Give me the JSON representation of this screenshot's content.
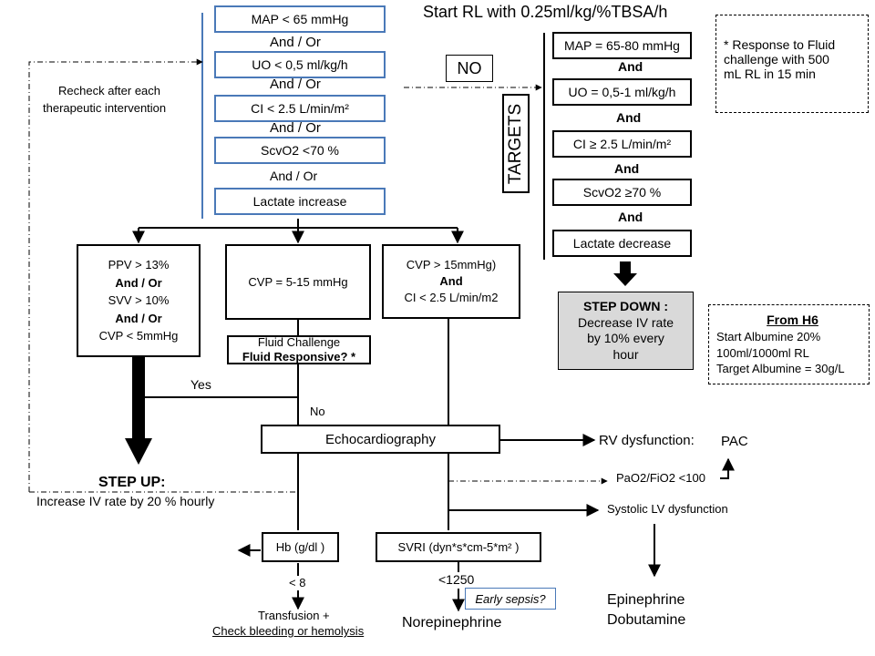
{
  "criteria": {
    "map": "MAP < 65 mmHg",
    "uo": "UO < 0,5 ml/kg/h",
    "ci": "CI < 2.5 L/min/m²",
    "scvo2": "ScvO2 <70 %",
    "lactate": "Lactate increase",
    "connector": "And / Or"
  },
  "recheck": [
    "Recheck after each",
    "therapeutic intervention"
  ],
  "start_rl": "Start RL with 0.25ml/kg/%TBSA/h",
  "no_label": "NO",
  "targets": {
    "label": "TARGETS",
    "map": "MAP =  65-80 mmHg",
    "uo": "UO =  0,5-1 ml/kg/h",
    "ci": "CI ≥  2.5 L/min/m²",
    "scvo2": "ScvO2 ≥70 %",
    "lactate": "Lactate decrease",
    "connector": "And"
  },
  "note": [
    "* Response to Fluid",
    "challenge with 500",
    "mL RL in 15 min"
  ],
  "step_down": {
    "title": "STEP DOWN :",
    "lines": [
      "Decrease IV rate",
      "by  10% every",
      "hour"
    ]
  },
  "from_h6": {
    "title": "From H6",
    "lines": [
      "Start Albumine 20%",
      "100ml/1000ml  RL",
      "Target Albumine = 30g/L"
    ]
  },
  "ppv_box": {
    "l1": "PPV > 13%",
    "l2": "And / Or",
    "l3": "SVV > 10%",
    "l4": "And / Or",
    "l5": "CVP < 5mmHg"
  },
  "cvp_box": "CVP =  5-15 mmHg",
  "cvp_high_box": {
    "l1": "CVP > 15mmHg)",
    "l2": "And",
    "l3": "CI < 2.5 L/min/m2"
  },
  "fluid_challenge": {
    "l1": "Fluid Challenge",
    "l2": "Fluid Responsive? *"
  },
  "yes": "Yes",
  "no": "No",
  "echo": "Echocardiography",
  "rv_dysfunction": "RV dysfunction:",
  "pac": "PAC",
  "pao2": "PaO2/FiO2 <100",
  "systolic_lv": "Systolic LV dysfunction",
  "step_up": {
    "title": "STEP UP:",
    "line": "Increase IV rate by  20 % hourly"
  },
  "hb_box": "Hb (g/dl )",
  "hb_threshold": "< 8",
  "transfusion": "Transfusion +",
  "check_bleeding": "Check bleeding or hemolysis",
  "svri_box": "SVRI (dyn*s*cm-5*m² )",
  "svri_threshold": "<1250",
  "early_sepsis": "Early sepsis?",
  "norepinephrine": "Norepinephrine",
  "epinephrine": "Epinephrine",
  "dobutamine": "Dobutamine"
}
